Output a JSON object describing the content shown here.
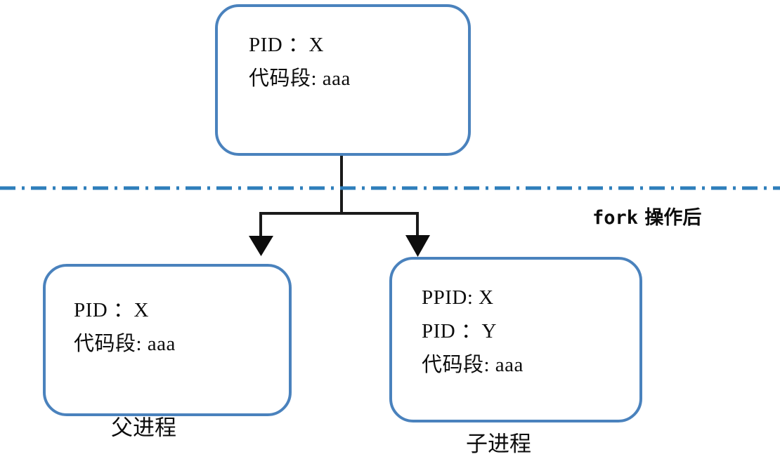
{
  "diagram": {
    "title_label": "fork 操作后",
    "fork_label_latin": "fork",
    "fork_label_cjk": " 操作后",
    "divider_color": "#2e7ebb",
    "box_border_color": "#4a82bd",
    "connector_color": "#1a1a1a",
    "text_color": "#0d0d0d"
  },
  "boxes": {
    "top": {
      "name": "original-process",
      "lines": [
        "PID ：X",
        "代码段: aaa"
      ]
    },
    "parent": {
      "name": "parent-process",
      "lines": [
        "PID ：X",
        "代码段: aaa"
      ],
      "caption": "父进程"
    },
    "child": {
      "name": "child-process",
      "lines": [
        "PPID: X",
        "PID ：Y",
        "代码段: aaa"
      ],
      "caption": "子进程"
    }
  }
}
